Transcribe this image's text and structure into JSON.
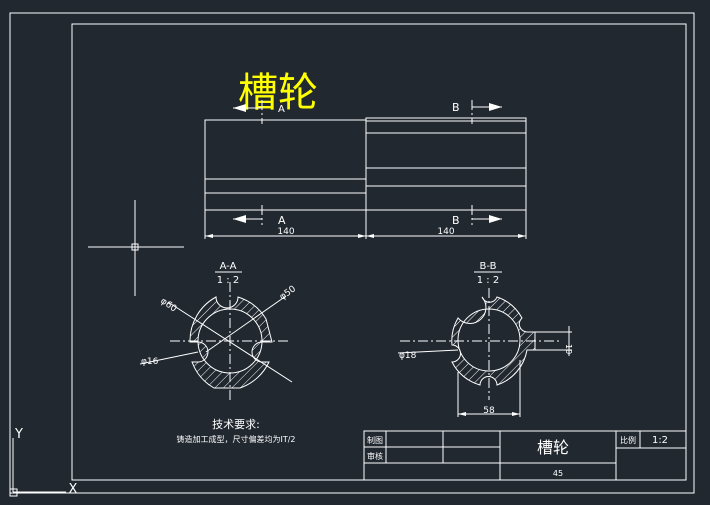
{
  "drawing": {
    "title": "槽轮",
    "section_a_top": "A",
    "section_a_bottom": "A",
    "section_b_top": "B",
    "section_b_bottom": "B",
    "dim_left_length": "140",
    "dim_right_length": "140"
  },
  "view_aa": {
    "label": "A-A",
    "scale": "1 : 2",
    "dim_outer": "φ60",
    "dim_groove": "φ50",
    "dim_hole": "φ16"
  },
  "view_bb": {
    "label": "B-B",
    "scale": "1 : 2",
    "dim_hole": "φ18",
    "dim_width": "58",
    "dim_slot": "10"
  },
  "notes": {
    "heading": "技术要求:",
    "text": "铸造加工成型，尺寸偏差均为IT/2"
  },
  "title_block": {
    "drawn_label": "制图",
    "review_label": "审核",
    "part_name": "槽轮",
    "material": "45",
    "scale_label": "比例",
    "scale_value": "1:2"
  },
  "ucs": {
    "y_label": "Y",
    "x_label": "X"
  }
}
